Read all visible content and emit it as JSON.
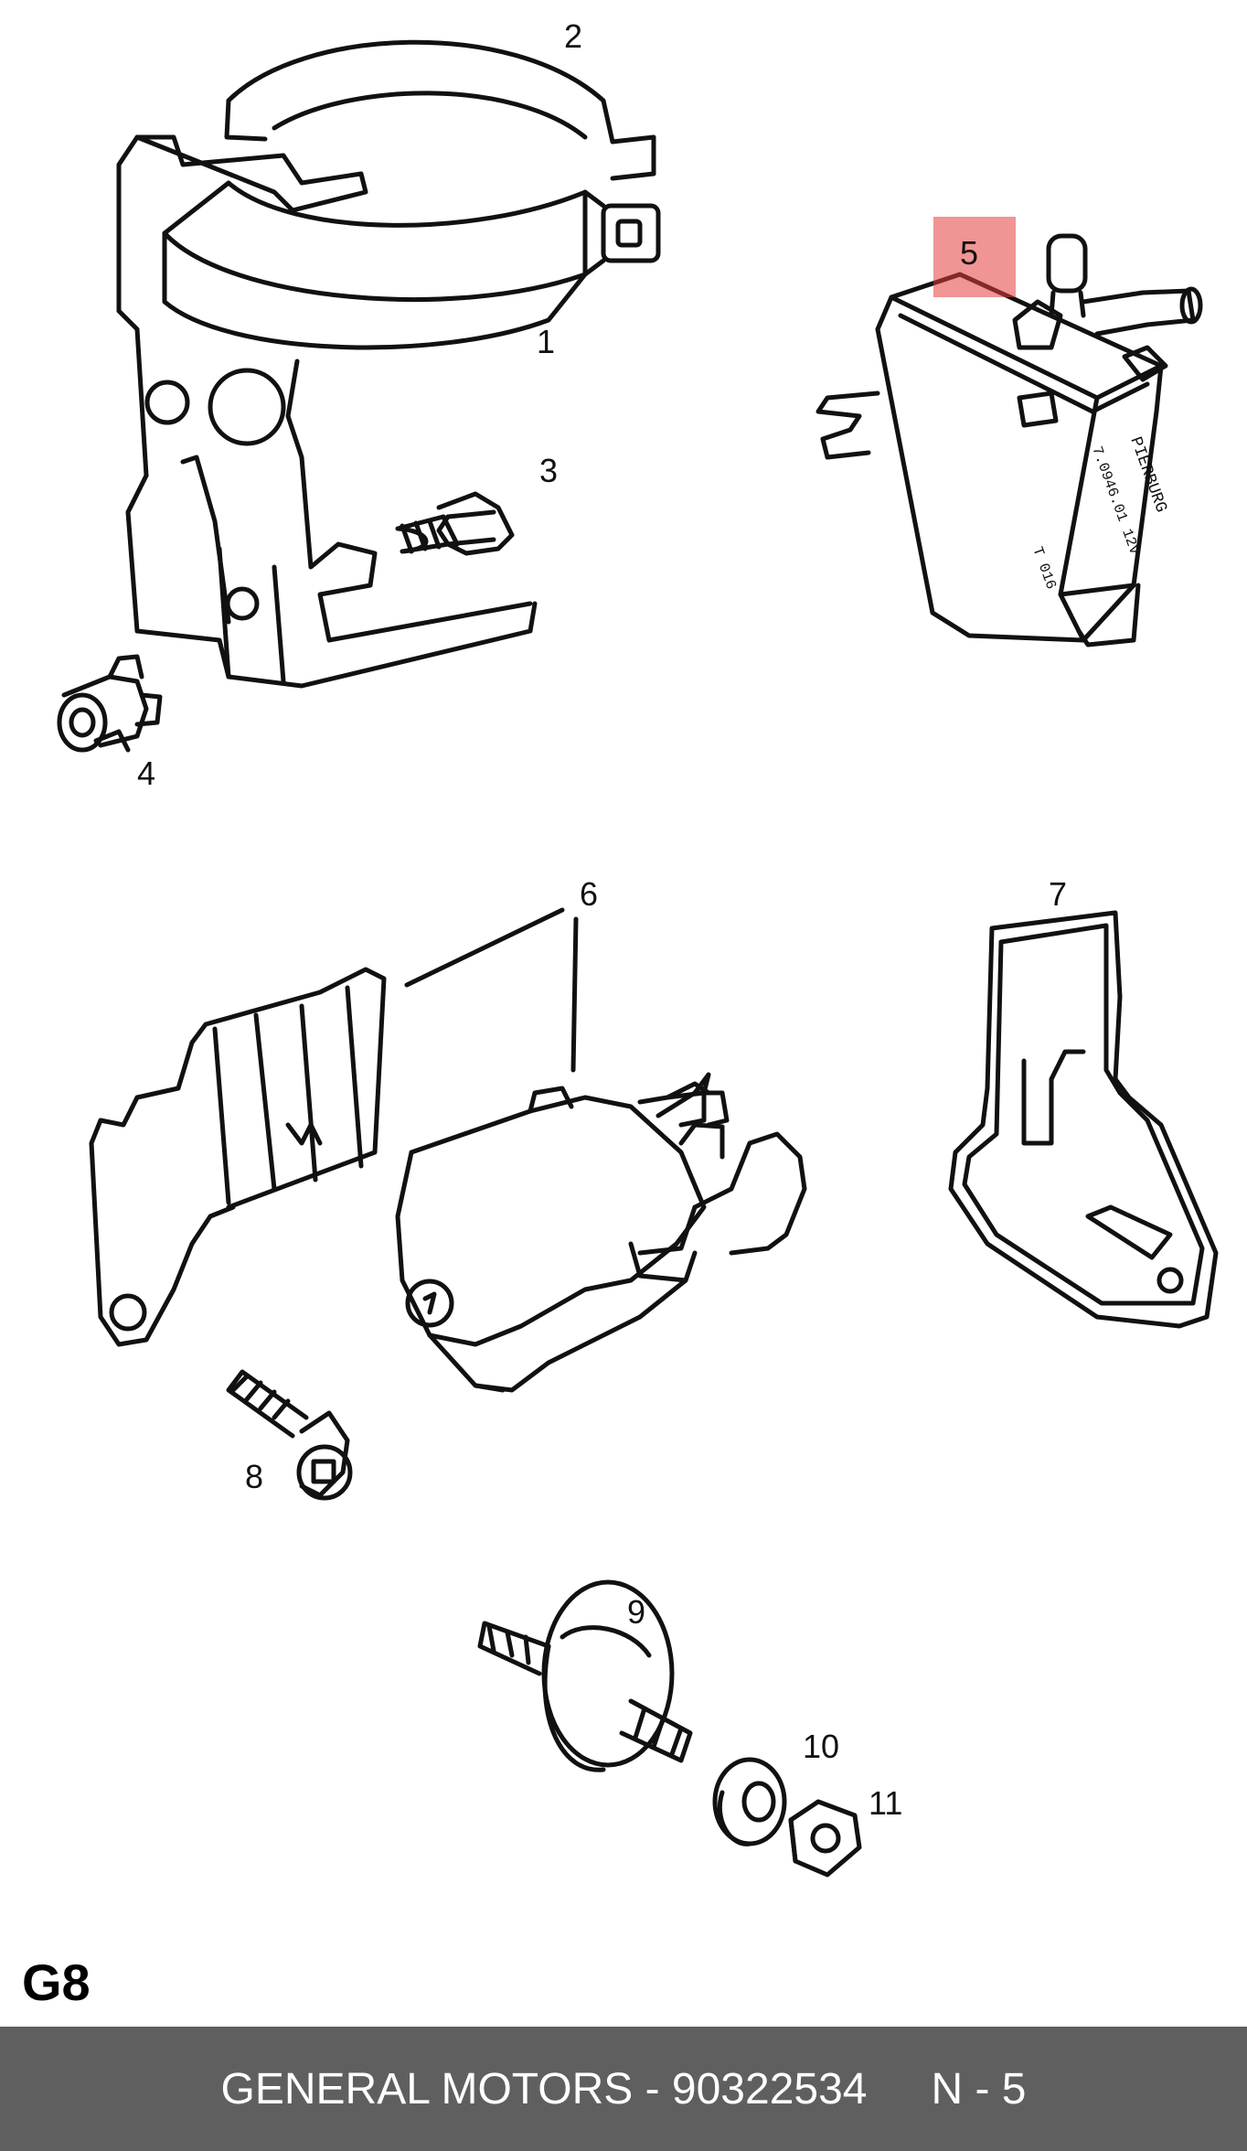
{
  "diagram": {
    "callouts": [
      {
        "key": "c1",
        "label": "1"
      },
      {
        "key": "c2",
        "label": "2"
      },
      {
        "key": "c3",
        "label": "3"
      },
      {
        "key": "c4",
        "label": "4"
      },
      {
        "key": "c5",
        "label": "5"
      },
      {
        "key": "c6",
        "label": "6"
      },
      {
        "key": "c7",
        "label": "7"
      },
      {
        "key": "c8",
        "label": "8"
      },
      {
        "key": "c9",
        "label": "9"
      },
      {
        "key": "c10",
        "label": "10"
      },
      {
        "key": "c11",
        "label": "11"
      }
    ],
    "highlighted_part": "5",
    "highlight_color": "#e63c3c",
    "sheet_code": "G8",
    "parts_text": {
      "valve_label_1": "PIERBURG",
      "valve_label_2": "7.0946.01 12V",
      "valve_label_3": "T 016"
    }
  },
  "footer": {
    "manufacturer": "GENERAL MOTORS",
    "separator": " - ",
    "part_number": "90322534",
    "position_label": "N - 5",
    "background": "#5f5f5f"
  }
}
